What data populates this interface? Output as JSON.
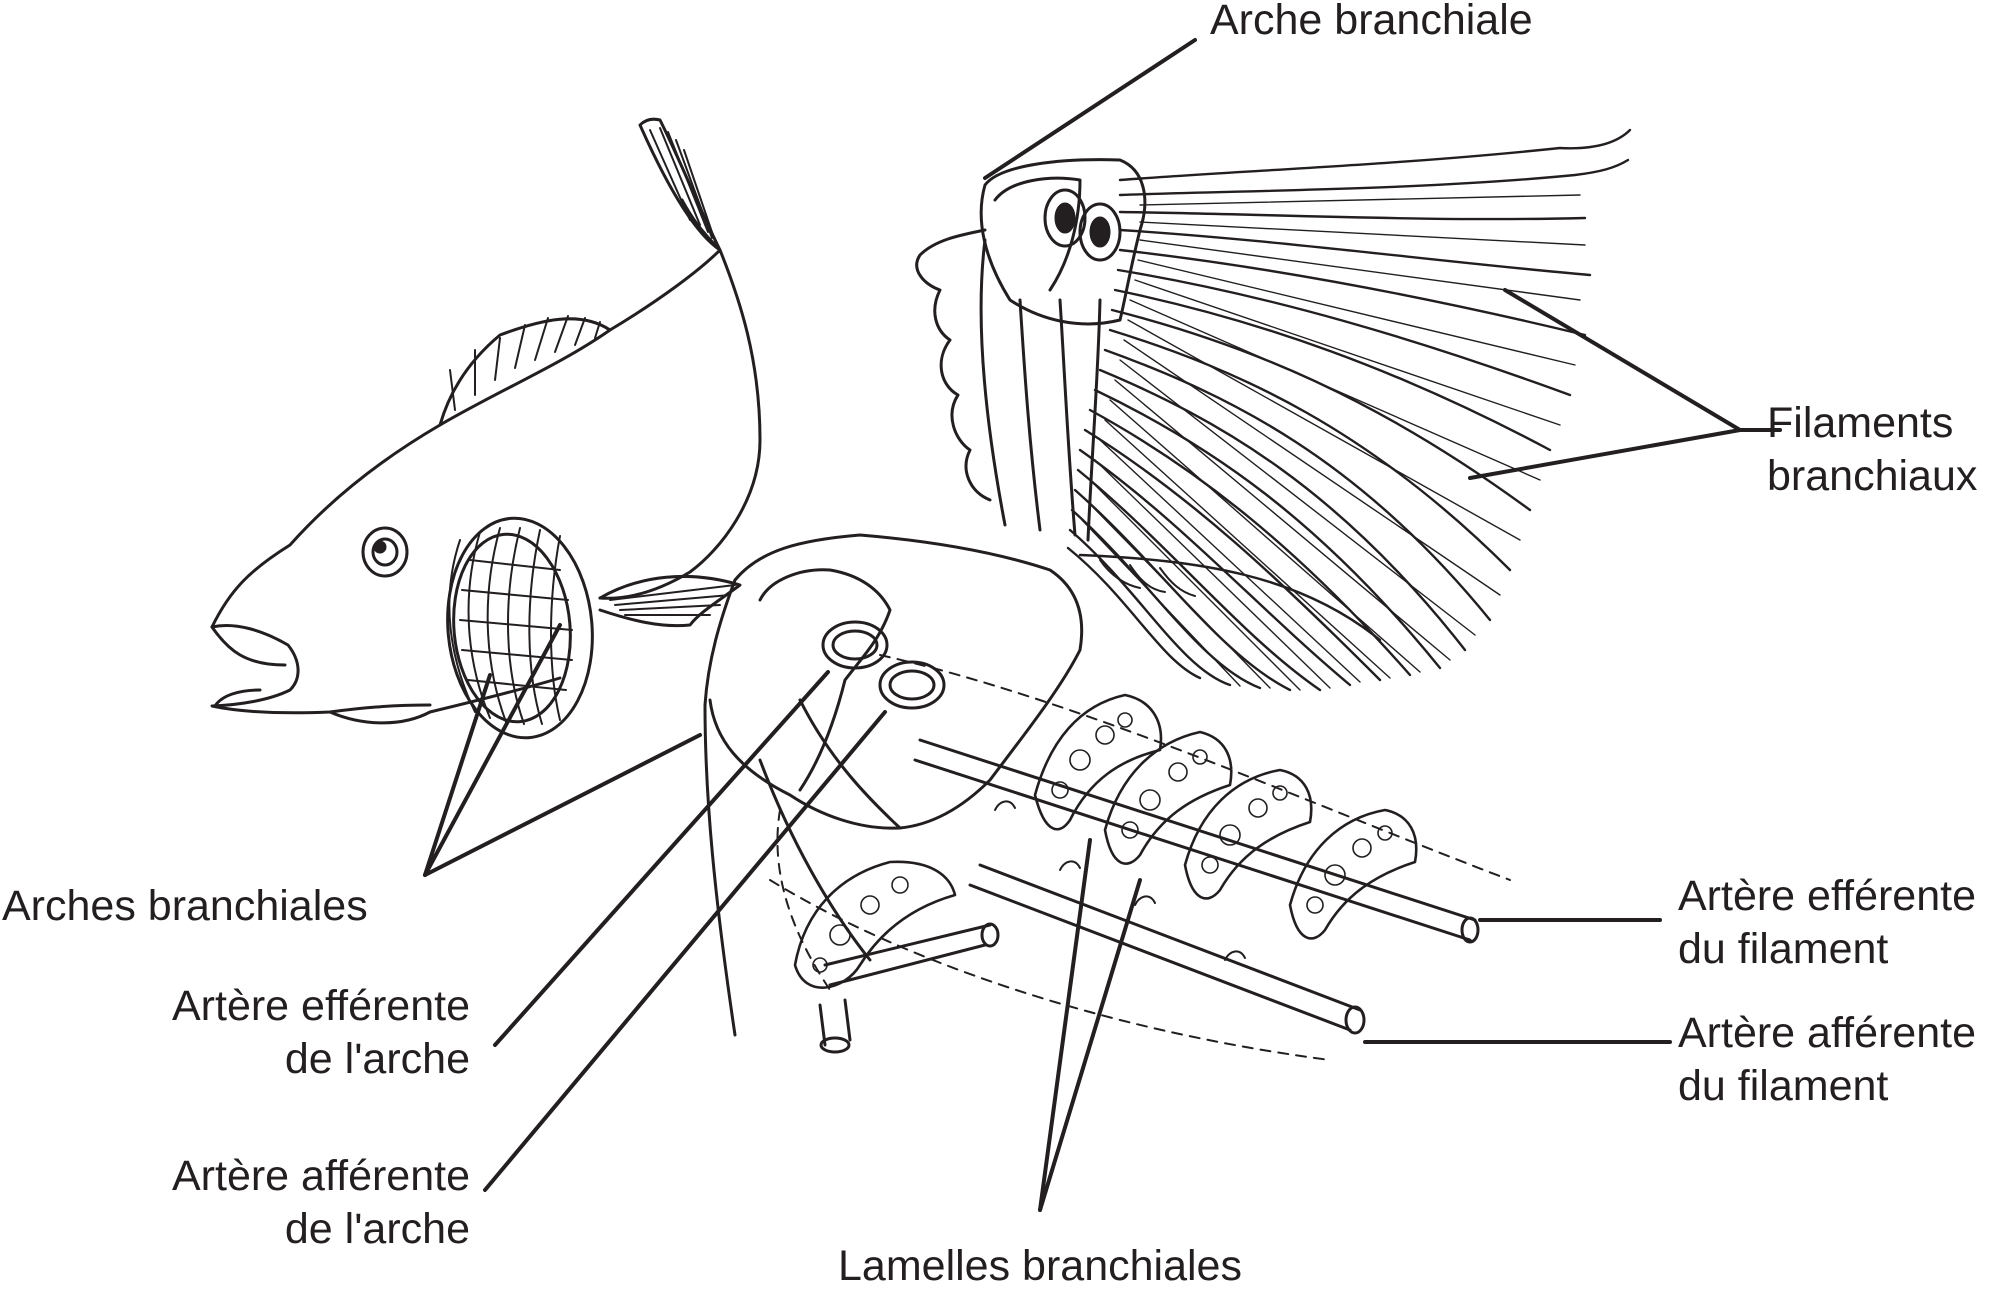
{
  "labels": {
    "arche_branchiale": "Arche branchiale",
    "filaments_branchiaux": [
      "Filaments",
      "branchiaux"
    ],
    "arches_branchiales": "Arches branchiales",
    "artere_efferente_filament": [
      "Artère efférente",
      "du filament"
    ],
    "artere_afferente_filament": [
      "Artère afférente",
      "du filament"
    ],
    "artere_efferente_arche": [
      "Artère efférente",
      "de l'arche"
    ],
    "artere_afferente_arche": [
      "Artère afférente",
      "de l'arche"
    ],
    "lamelles_branchiales": "Lamelles branchiales"
  },
  "colors": {
    "ink": "#231f20",
    "background": "#ffffff"
  }
}
